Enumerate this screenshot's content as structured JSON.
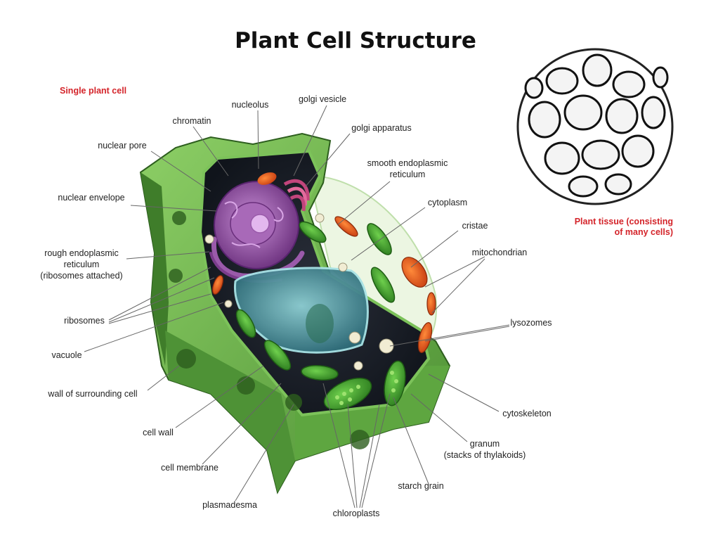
{
  "title": "Plant Cell Structure",
  "panels": {
    "single_cell": "Single plant cell",
    "tissue_line1": "Plant tissue (consisting",
    "tissue_line2": "of many cells)"
  },
  "labels": {
    "nucleolus": "nucleolus",
    "golgi_vesicle": "golgi vesicle",
    "chromatin": "chromatin",
    "golgi_apparatus": "golgi apparatus",
    "nuclear_pore": "nuclear pore",
    "smooth_er_1": "smooth endoplasmic",
    "smooth_er_2": "reticulum",
    "nuclear_envelope": "nuclear envelope",
    "cytoplasm": "cytoplasm",
    "cristae": "cristae",
    "rough_er_1": "rough endoplasmic",
    "rough_er_2": "reticulum",
    "rough_er_3": "(ribosomes attached)",
    "mitochondrian": "mitochondrian",
    "ribosomes": "ribosomes",
    "lysozomes": "lysozomes",
    "vacuole": "vacuole",
    "wall_surrounding": "wall of surrounding cell",
    "cytoskeleton": "cytoskeleton",
    "cell_wall": "cell wall",
    "granum_1": "granum",
    "granum_2": "(stacks of thylakoids)",
    "cell_membrane": "cell membrane",
    "starch_grain": "starch grain",
    "plasmadesma": "plasmadesma",
    "chloroplasts": "chloroplasts"
  },
  "colors": {
    "wall_dark": "#3f7d2a",
    "wall_light": "#7cc25a",
    "nucleus": "#8a4a9c",
    "vacuole": "#4f9aa3",
    "chloroplast": "#3f9a2f",
    "mitochondrion": "#e0541c",
    "label_red": "#d4242a"
  }
}
